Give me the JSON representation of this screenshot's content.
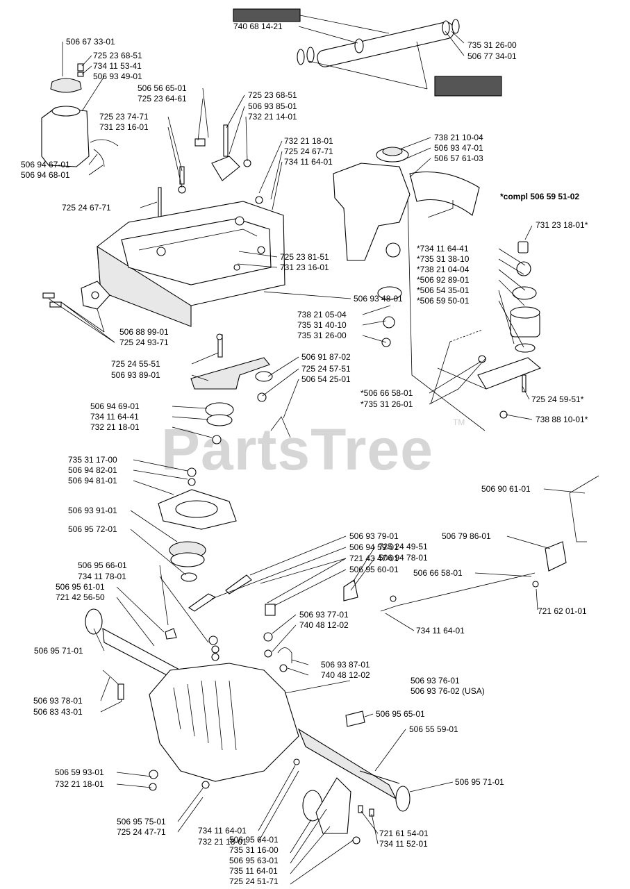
{
  "watermark": {
    "text": "PartsTree",
    "trademark": "TM"
  },
  "note": "*compl 506 59 51-02",
  "labels": [
    "740 68 14-21",
    "735 31 26-00",
    "506 77 34-01",
    "506 67 33-01",
    "725 23 68-51",
    "734 11 53-41",
    "506 93 49-01",
    "506 56 65-01",
    "725 23 64-61",
    "725 23 68-51",
    "506 93 85-01",
    "732 21 14-01",
    "725 23 74-71",
    "731 23 16-01",
    "506 94 67-01",
    "506 94 68-01",
    "725 24 67-71",
    "732 21 18-01",
    "725 24 67-71",
    "734 11 64-01",
    "738 21 10-04",
    "506 93 47-01",
    "506 57 61-03",
    "731 23 18-01*",
    "*734 11 64-41",
    "*735 31 38-10",
    "*738 21 04-04",
    "*506 92 89-01",
    "*506 54 35-01",
    "*506 59 50-01",
    "725 23 81-51",
    "731 23 16-01",
    "506 93 48-01",
    "506 88 99-01",
    "725 24 93-71",
    "738 21 05-04",
    "735 31 40-10",
    "735 31 26-00",
    "725 24 55-51",
    "506 93 89-01",
    "506 91 87-02",
    "725 24 57-51",
    "506 54 25-01",
    "506 94 69-01",
    "734 11 64-41",
    "732 21 18-01",
    "*506 66 58-01",
    "*735 31 26-01",
    "725 24 59-51*",
    "738 88 10-01*",
    "735 31 17-00",
    "506 94 82-01",
    "506 94 81-01",
    "506 93 91-01",
    "506 95 72-01",
    "506 90 61-01",
    "506 93 79-01",
    "506 94 59-01",
    "721 43 47-01",
    "506 95 60-01",
    "725 24 49-51",
    "506 94 78-01",
    "506 79 86-01",
    "506 95 66-01",
    "734 11 78-01",
    "506 95 61-01",
    "721 42 56-50",
    "506 66 58-01",
    "721 62 01-01",
    "506 95 71-01",
    "506 93 77-01",
    "740 48 12-02",
    "734 11 64-01",
    "506 93 87-01",
    "740 48 12-02",
    "506 93 76-01",
    "506 93 76-02 (USA)",
    "506 93 78-01",
    "506 83 43-01",
    "506 95 65-01",
    "506 55 59-01",
    "506 59 93-01",
    "732 21 18-01",
    "506 95 71-01",
    "506 95 75-01",
    "725 24 47-71",
    "734 11 64-01",
    "732 21 18-01",
    "721 61 54-01",
    "734 11 52-01",
    "506 95 64-01",
    "735 31 16-00",
    "506 95 63-01",
    "735 11 64-01",
    "725 24 51-71"
  ]
}
